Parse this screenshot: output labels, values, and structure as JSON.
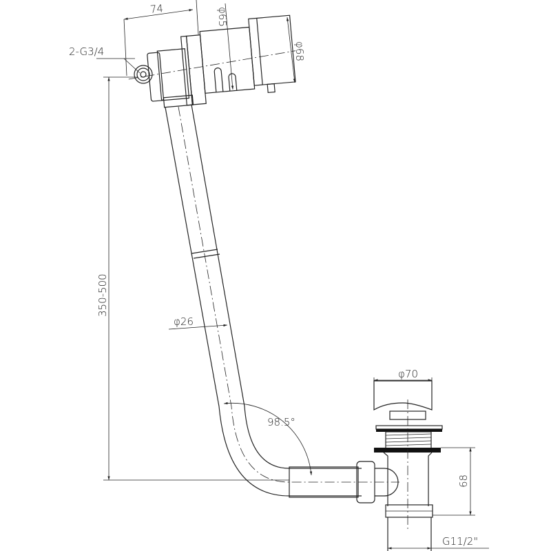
{
  "drawing": {
    "title": "Bath waste and overflow technical drawing",
    "dimensions": {
      "overflow_depth": "74",
      "overflow_body_dia": "φ65",
      "overflow_cap_dia": "φ68",
      "inlet_thread": "2-G3/4",
      "height_range": "350-500",
      "pipe_dia": "φ26",
      "bend_angle": "98.5°",
      "waste_cap_dia": "φ70",
      "waste_height": "68",
      "outlet_thread": "G11/2\""
    },
    "line_color": "#222222"
  }
}
